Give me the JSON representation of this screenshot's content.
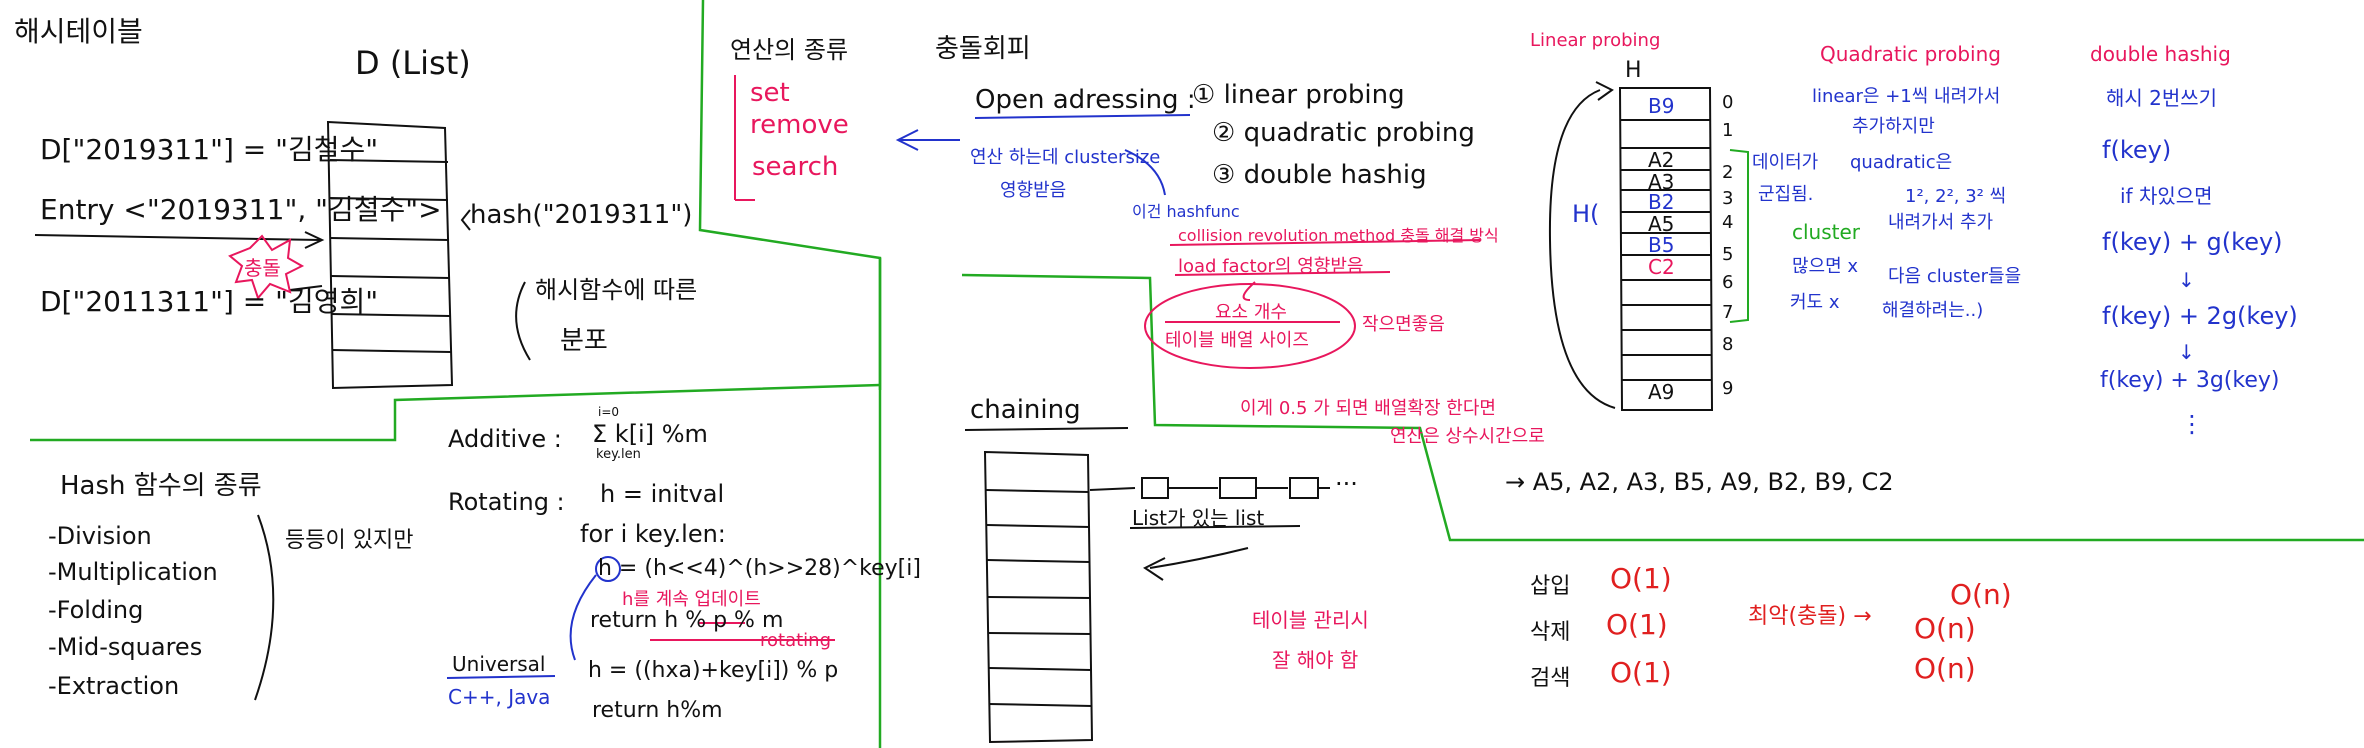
{
  "colors": {
    "ink": "#111111",
    "pink": "#e8175d",
    "blue": "#2233cc",
    "green": "#22aa22",
    "red": "#e02020"
  },
  "hash_table": {
    "title": "해시테이블",
    "d_label": "D (List)",
    "d1": "D[\"2019311\"] = \"김철수\"",
    "entry": "Entry <\"2019311\", \"김철수\">",
    "collision": "충돌",
    "d2": "D[\"2011311\"] = \"김영희\"",
    "hash_call": "hash(\"2019311\")",
    "dist_1": "해시함수에 따른",
    "dist_2": "분포"
  },
  "ops": {
    "title": "연산의 종류",
    "items": [
      "set",
      "remove",
      "search"
    ]
  },
  "hash_funcs": {
    "title": "Hash 함수의 종류",
    "items": [
      "-Division",
      "-Multiplication",
      "-Folding",
      "-Mid-squares",
      "-Extraction"
    ],
    "note": "등등이 있지만"
  },
  "code": {
    "additive_label": "Additive :",
    "additive_expr": "Σ k[i] %m",
    "sum_top": "i=0",
    "sum_bottom": "key.len",
    "rotating_label": "Rotating :",
    "lines": [
      "h = initval",
      "for i key.len:",
      "h = (h<<4)^(h>>28)^key[i]",
      "return h % p % m"
    ],
    "note_1": "h를 계속 업데이트",
    "rotating_word": "rotating",
    "universal": "Universal",
    "universal_line": "h = ((hxa)+key[i]) % p",
    "universal_return": "return h%m",
    "langs": "C++, Java"
  },
  "collision": {
    "title": "충돌회피",
    "open_addr": "Open adressing :",
    "methods": [
      "① linear probing",
      "② quadratic probing",
      "③ double hashig"
    ],
    "cluster_note_1": "연산 하는데 clustersize",
    "cluster_note_2": "영향받음",
    "hashfunc_note": "이건 hashfunc",
    "crm": "collision revolution method 충돌 해결 방식",
    "lf": "load factor의 영향받음",
    "bubble_1": "요소 개수",
    "bubble_2": "테이블 배열 사이즈",
    "small_good": "작으면좋음",
    "expand_note_1": "이게 0.5 가 되면 배열확장 한다면",
    "expand_note_2": "연산은 상수시간으로"
  },
  "chaining": {
    "title": "chaining",
    "list_label": "List가 있는 list",
    "dots": "···"
  },
  "probe": {
    "title": "Linear probing",
    "H": "H",
    "h_marker": "H(",
    "indices": [
      "0",
      "1",
      "2",
      "3",
      "4",
      "5",
      "6",
      "7",
      "8",
      "9"
    ],
    "slots": [
      "B9",
      "",
      "A2",
      "A3",
      "B2",
      "A5",
      "B5",
      "C2",
      "",
      "A9"
    ],
    "slot_colors": [
      "blue",
      "",
      "black",
      "black",
      "blue",
      "black",
      "blue",
      "pink",
      "",
      "black"
    ],
    "cluster_note": [
      "데이터가",
      "군집됨.",
      "cluster",
      "많으면 x",
      "커도 x"
    ],
    "sequence": "→ A5, A2, A3, B5, A9, B2, B9, C2"
  },
  "quadratic": {
    "title": "Quadratic probing",
    "lines": [
      "linear은 +1씩 내려가서",
      "추가하지만",
      "quadratic은",
      "1², 2², 3² 씩",
      "내려가서 추가",
      "다음 cluster들을",
      "해결하려는..)"
    ]
  },
  "double_hash": {
    "title": "double hashig",
    "subtitle": "해시 2번쓰기",
    "lines": [
      "f(key)",
      "if 차있으면",
      "f(key) + g(key)",
      "↓",
      "f(key) + 2g(key)",
      "↓",
      "f(key) + 3g(key)",
      "⋮"
    ]
  },
  "complexity": {
    "rows": [
      {
        "op": "삽입",
        "val": "O(1)"
      },
      {
        "op": "삭제",
        "val": "O(1)"
      },
      {
        "op": "검색",
        "val": "O(1)"
      }
    ],
    "worst": "최악(충돌) →",
    "worst_vals": [
      "O(n)",
      "O(n)",
      "O(n)"
    ],
    "note_1": "테이블 관리시",
    "note_2": "잘 해야 함"
  }
}
